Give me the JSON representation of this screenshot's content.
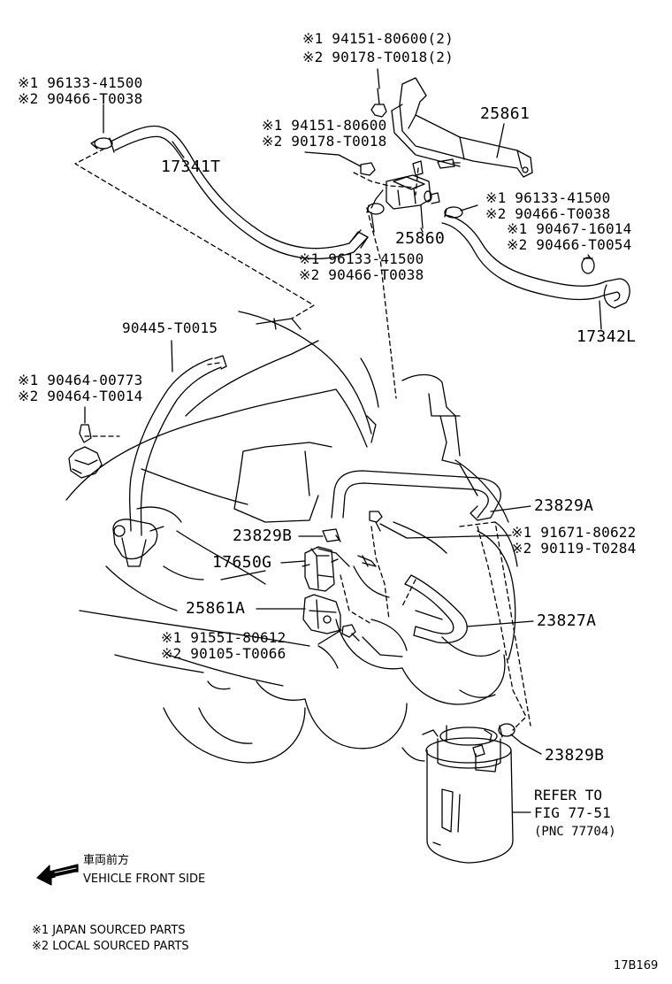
{
  "legend_marks": {
    "m1": "※1",
    "m2": "※2"
  },
  "labels": {
    "top_clip_a": "94151-80600(2)",
    "top_clip_b": "90178-T0018(2)",
    "left_clamp_a": "96133-41500",
    "left_clamp_b": "90466-T0038",
    "hose_17341T": "17341T",
    "bracket_25861": "25861",
    "mid_clip_a": "94151-80600",
    "mid_clip_b": "90178-T0018",
    "right_clamp_a": "96133-41500",
    "right_clamp_b": "90466-T0038",
    "right_clamp_c": "90467-16014",
    "right_clamp_d": "90466-T0054",
    "valve_25860": "25860",
    "lower_clamp_a": "96133-41500",
    "lower_clamp_b": "90466-T0038",
    "hose_17342L": "17342L",
    "hose_90445": "90445-T0015",
    "clip_left_a": "90464-00773",
    "clip_left_b": "90464-T0014",
    "hose_23829A": "23829A",
    "clamp_23829B_1": "23829B",
    "bolt_a": "91671-80622",
    "bolt_b": "90119-T0284",
    "vsv_17650G": "17650G",
    "bracket_25861A": "25861A",
    "hose_23827A": "23827A",
    "screw_a": "91551-80612",
    "screw_b": "90105-T0066",
    "clamp_23829B_2": "23829B",
    "refer_line1": "REFER TO",
    "refer_line2": "FIG 77-51",
    "refer_line3": "(PNC 77704)"
  },
  "direction": {
    "japanese": "車両前方",
    "english": "VEHICLE FRONT SIDE"
  },
  "notes": {
    "note1": "※1 JAPAN SOURCED PARTS",
    "note2": "※2 LOCAL SOURCED PARTS"
  },
  "figure_id": "17B169"
}
